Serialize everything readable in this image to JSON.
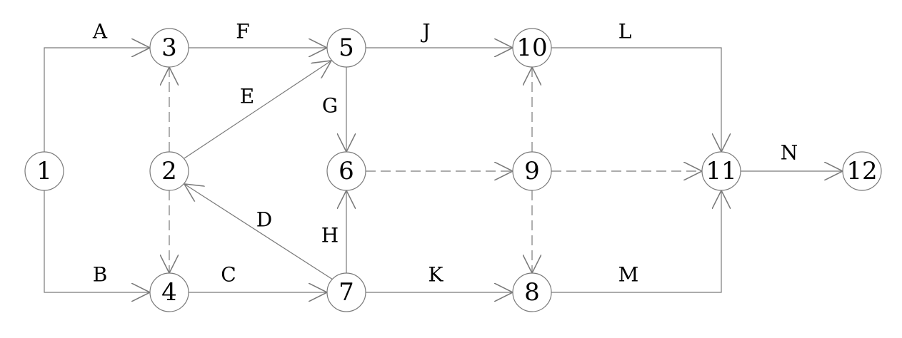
{
  "diagram": {
    "type": "activity network",
    "nodes": [
      "1",
      "2",
      "3",
      "4",
      "5",
      "6",
      "7",
      "8",
      "9",
      "10",
      "11",
      "12"
    ],
    "activities": {
      "A": {
        "label": "A",
        "from": "1",
        "to": "3"
      },
      "B": {
        "label": "B",
        "from": "1",
        "to": "4"
      },
      "C": {
        "label": "C",
        "from": "4",
        "to": "7"
      },
      "D": {
        "label": "D",
        "from": "7",
        "to": "2"
      },
      "E": {
        "label": "E",
        "from": "2",
        "to": "5"
      },
      "F": {
        "label": "F",
        "from": "3",
        "to": "5"
      },
      "G": {
        "label": "G",
        "from": "5",
        "to": "6"
      },
      "H": {
        "label": "H",
        "from": "7",
        "to": "6"
      },
      "J": {
        "label": "J",
        "from": "5",
        "to": "10"
      },
      "K": {
        "label": "K",
        "from": "7",
        "to": "8"
      },
      "L": {
        "label": "L",
        "from": "10",
        "to": "11"
      },
      "M": {
        "label": "M",
        "from": "8",
        "to": "11"
      },
      "N": {
        "label": "N",
        "from": "11",
        "to": "12"
      }
    },
    "dummies": [
      [
        "2",
        "3"
      ],
      [
        "2",
        "4"
      ],
      [
        "6",
        "9"
      ],
      [
        "9",
        "10"
      ],
      [
        "9",
        "8"
      ],
      [
        "9",
        "11"
      ]
    ]
  }
}
